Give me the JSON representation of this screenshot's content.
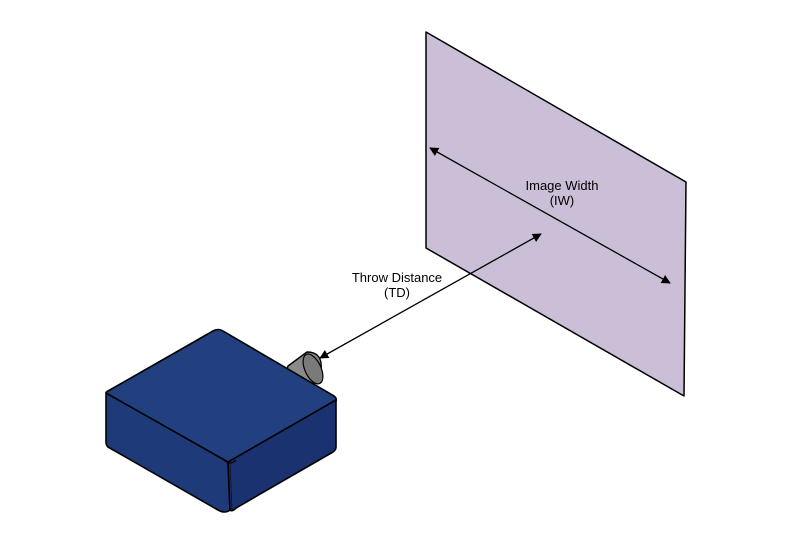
{
  "labels": {
    "image_width": "Image Width",
    "image_width_abbr": "(IW)",
    "throw_distance": "Throw Distance",
    "throw_distance_abbr": "(TD)"
  },
  "colors": {
    "screen_fill": "#cbbfd8",
    "projector_top": "#223f7f",
    "projector_front": "#1f3a78",
    "projector_side": "#1a3370",
    "lens_fill": "#8a8a8a",
    "outline": "#000000"
  },
  "icons": {
    "projector": "projector-icon",
    "screen": "projection-screen"
  }
}
